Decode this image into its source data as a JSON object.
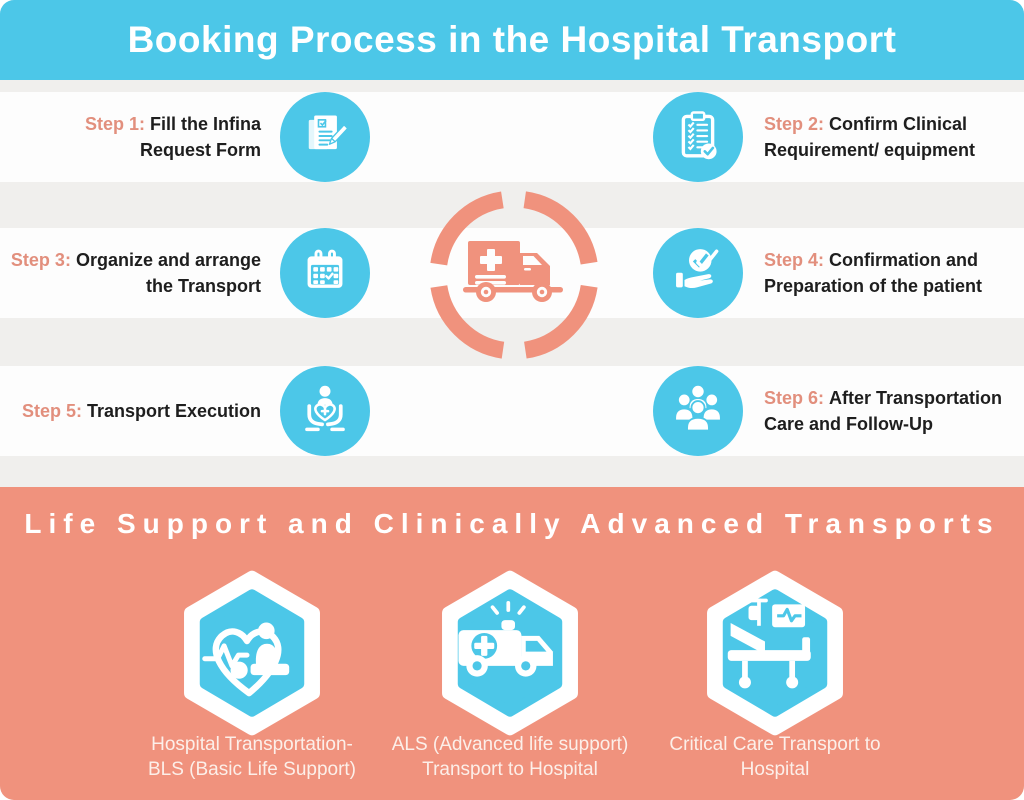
{
  "colors": {
    "header_blue": "#4CC7E8",
    "salmon": "#F0927D",
    "step_prefix": "#E28F7D",
    "band_white": "#FDFDFD",
    "band_gray": "#F0EFED",
    "text_dark": "#1E1E1E"
  },
  "header": {
    "title": "Booking Process in the Hospital Transport"
  },
  "steps": [
    {
      "prefix": "Step 1:",
      "line1": "Fill the Infina",
      "line2": "Request Form",
      "icon": "document-pen-icon"
    },
    {
      "prefix": "Step 2:",
      "line1": "Confirm Clinical",
      "line2": "Requirement/ equipment",
      "icon": "clipboard-checklist-icon"
    },
    {
      "prefix": "Step 3:",
      "line1": "Organize and arrange",
      "line2": "the Transport",
      "icon": "calendar-icon"
    },
    {
      "prefix": "Step 4:",
      "line1": "Confirmation and",
      "line2": "Preparation of the patient",
      "icon": "hand-check-icon"
    },
    {
      "prefix": "Step 5:",
      "line1": "Transport Execution",
      "line2": "",
      "icon": "care-hands-heart-icon"
    },
    {
      "prefix": "Step 6:",
      "line1": "After Transportation",
      "line2": "Care and Follow-Up",
      "icon": "people-group-icon"
    }
  ],
  "center": {
    "icon": "ambulance-truck-icon"
  },
  "bottom": {
    "title": "Life Support and Clinically Advanced Transports",
    "items": [
      {
        "line1": "Hospital Transportation-",
        "line2": "BLS (Basic Life Support)",
        "icon": "cpr-heart-icon"
      },
      {
        "line1": "ALS (Advanced life support)",
        "line2": "Transport to Hospital",
        "icon": "ambulance-van-icon"
      },
      {
        "line1": "Critical Care Transport to",
        "line2": "Hospital",
        "icon": "critical-care-bed-icon"
      }
    ]
  }
}
